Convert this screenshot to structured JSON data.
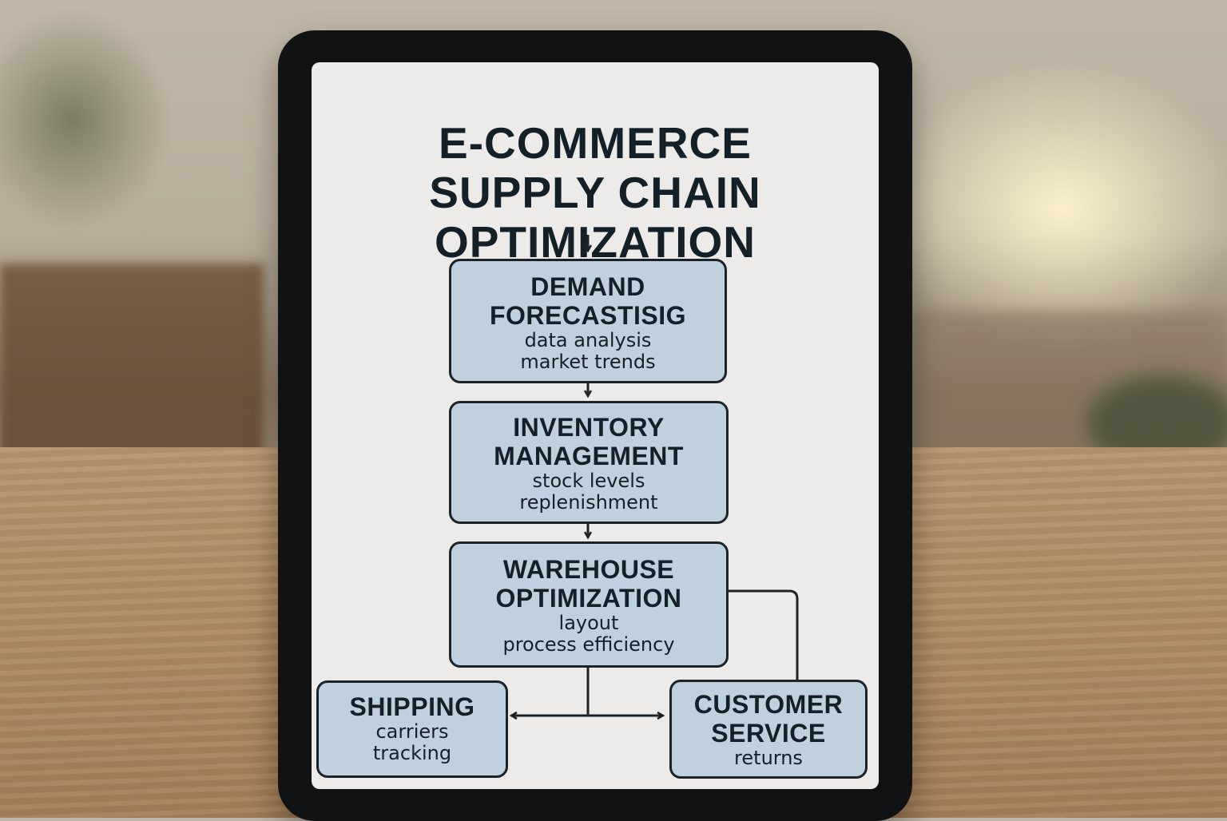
{
  "diagram": {
    "title_lines": [
      "E-COMMERCE",
      "SUPPLY CHAIN",
      "OPTIMIZATION"
    ],
    "nodes": [
      {
        "id": "demand",
        "title_lines": [
          "DEMAND",
          "FORECASTISIG"
        ],
        "sub_lines": [
          "data analysis",
          "market trends"
        ]
      },
      {
        "id": "inventory",
        "title_lines": [
          "INVENTORY",
          "MANAGEMENT"
        ],
        "sub_lines": [
          "stock levels",
          "replenishment"
        ]
      },
      {
        "id": "warehouse",
        "title_lines": [
          "WAREHOUSE",
          "OPTIMIZATION"
        ],
        "sub_lines": [
          "layout",
          "process efficiency"
        ]
      },
      {
        "id": "shipping",
        "title_lines": [
          "SHIPPING"
        ],
        "sub_lines": [
          "carriers",
          "tracking"
        ]
      },
      {
        "id": "customer",
        "title_lines": [
          "CUSTOMER",
          "SERVICE"
        ],
        "sub_lines": [
          "returns"
        ]
      }
    ],
    "edges": [
      {
        "from": "title",
        "to": "demand"
      },
      {
        "from": "demand",
        "to": "inventory"
      },
      {
        "from": "inventory",
        "to": "warehouse"
      },
      {
        "from": "warehouse",
        "to": "shipping"
      },
      {
        "from": "warehouse",
        "to": "customer"
      }
    ]
  },
  "colors": {
    "node_fill": "#bfd1de",
    "node_border": "#1b2329",
    "text": "#142028",
    "screen": "#ecebea",
    "bezel": "#101214"
  }
}
